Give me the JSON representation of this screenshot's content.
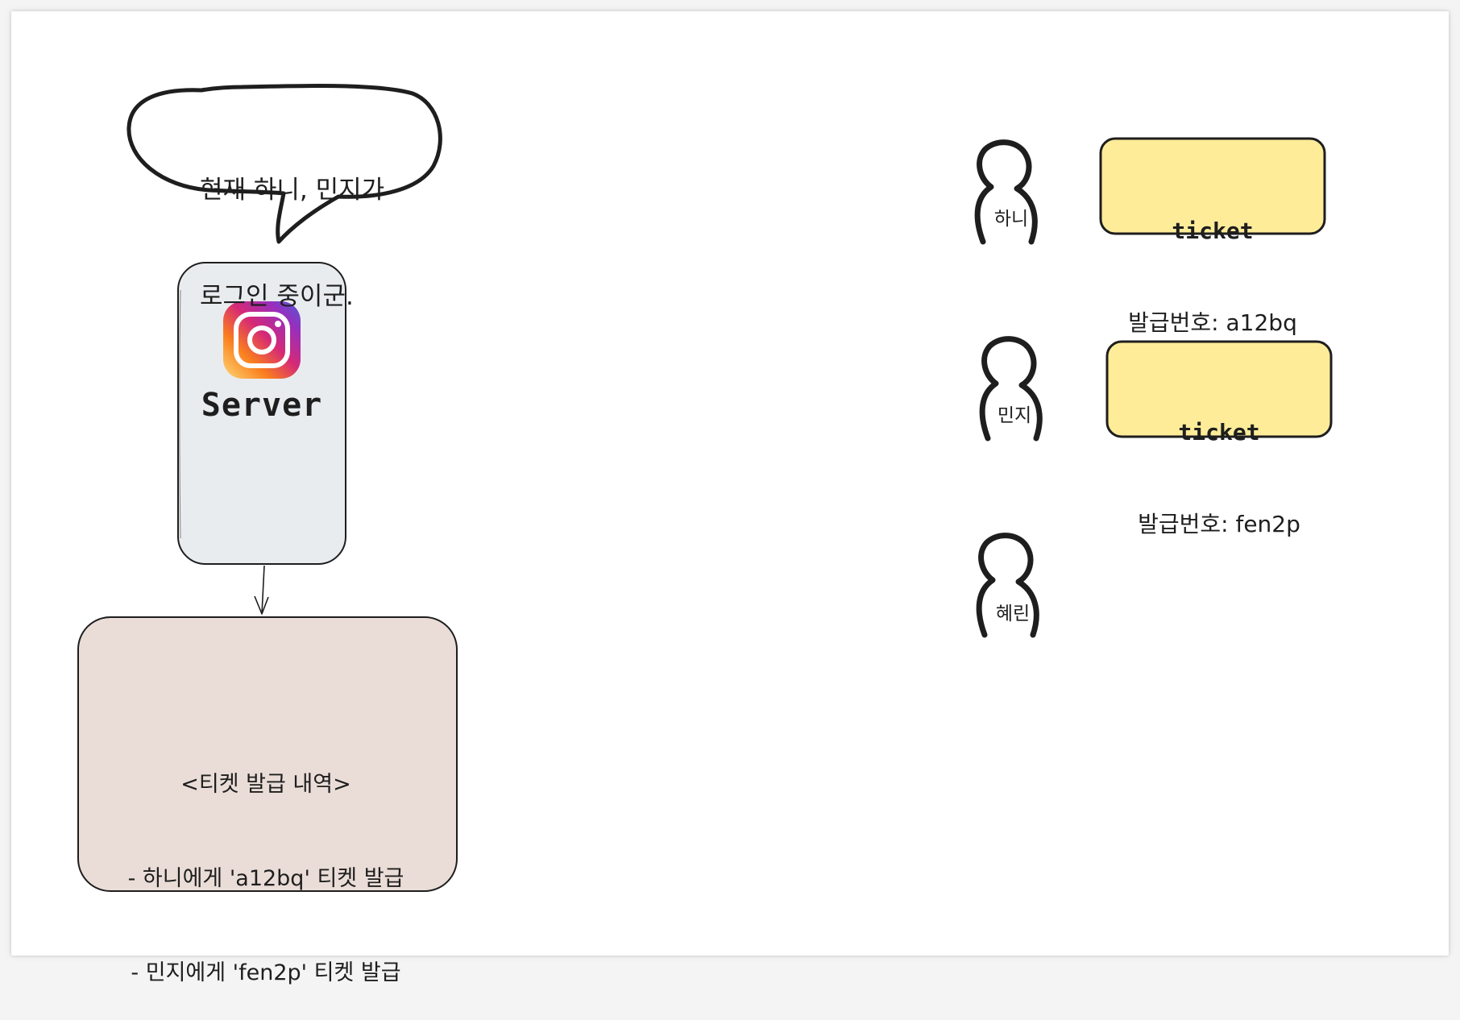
{
  "speech_bubble": {
    "line1": "현재 하니, 민지가",
    "line2": "로그인 중이군."
  },
  "server": {
    "label": "Server",
    "logo_icon": "instagram-logo-icon",
    "fill_color": "#e9ecef"
  },
  "issuance_history": {
    "title": "<티켓 발급 내역>",
    "entries": [
      "- 하니에게 'a12bq' 티켓 발급",
      "- 민지에게 'fen2p' 티켓 발급"
    ],
    "fill_color": "#eaddd7"
  },
  "users": [
    {
      "name": "하니",
      "icon": "person-icon"
    },
    {
      "name": "민지",
      "icon": "person-icon"
    },
    {
      "name": "혜린",
      "icon": "person-icon"
    }
  ],
  "tickets": [
    {
      "title": "ticket",
      "number": "발급번호: a12bq"
    },
    {
      "title": "ticket",
      "number": "발급번호: fen2p"
    }
  ],
  "colors": {
    "ticket_fill": "#ffec99",
    "stroke": "#1e1e1e"
  }
}
